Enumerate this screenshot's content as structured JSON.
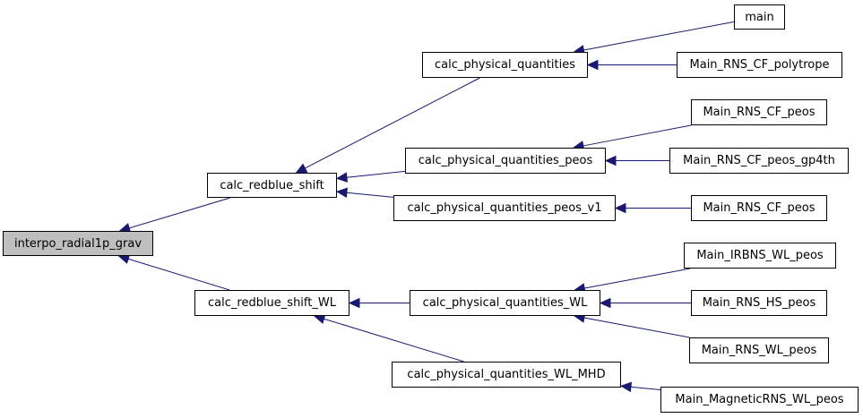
{
  "graph": {
    "root": "interpo_radial1p_grav",
    "edge_color": "#191970",
    "root_fill": "#bfbfbf",
    "nodes": {
      "interpo_radial1p_grav": "interpo_radial1p_grav",
      "calc_redblue_shift": "calc_redblue_shift",
      "calc_redblue_shift_WL": "calc_redblue_shift_WL",
      "calc_physical_quantities": "calc_physical_quantities",
      "calc_physical_quantities_peos": "calc_physical_quantities_peos",
      "calc_physical_quantities_peos_v1": "calc_physical_quantities_peos_v1",
      "calc_physical_quantities_WL": "calc_physical_quantities_WL",
      "calc_physical_quantities_WL_MHD": "calc_physical_quantities_WL_MHD",
      "main": "main",
      "Main_RNS_CF_polytrope": "Main_RNS_CF_polytrope",
      "Main_RNS_CF_peos": "Main_RNS_CF_peos",
      "Main_RNS_CF_peos_gp4th": "Main_RNS_CF_peos_gp4th",
      "Main_RNS_CF_peos_2": "Main_RNS_CF_peos",
      "Main_IRBNS_WL_peos": "Main_IRBNS_WL_peos",
      "Main_RNS_HS_peos": "Main_RNS_HS_peos",
      "Main_RNS_WL_peos": "Main_RNS_WL_peos",
      "Main_MagneticRNS_WL_peos": "Main_MagneticRNS_WL_peos"
    },
    "edges": [
      [
        "calc_redblue_shift",
        "interpo_radial1p_grav"
      ],
      [
        "calc_redblue_shift_WL",
        "interpo_radial1p_grav"
      ],
      [
        "calc_physical_quantities",
        "calc_redblue_shift"
      ],
      [
        "calc_physical_quantities_peos",
        "calc_redblue_shift"
      ],
      [
        "calc_physical_quantities_peos_v1",
        "calc_redblue_shift"
      ],
      [
        "calc_physical_quantities_WL",
        "calc_redblue_shift_WL"
      ],
      [
        "calc_physical_quantities_WL_MHD",
        "calc_redblue_shift_WL"
      ],
      [
        "main",
        "calc_physical_quantities"
      ],
      [
        "Main_RNS_CF_polytrope",
        "calc_physical_quantities"
      ],
      [
        "Main_RNS_CF_peos",
        "calc_physical_quantities_peos"
      ],
      [
        "Main_RNS_CF_peos_gp4th",
        "calc_physical_quantities_peos"
      ],
      [
        "Main_RNS_CF_peos_2",
        "calc_physical_quantities_peos_v1"
      ],
      [
        "Main_IRBNS_WL_peos",
        "calc_physical_quantities_WL"
      ],
      [
        "Main_RNS_HS_peos",
        "calc_physical_quantities_WL"
      ],
      [
        "Main_RNS_WL_peos",
        "calc_physical_quantities_WL"
      ],
      [
        "Main_MagneticRNS_WL_peos",
        "calc_physical_quantities_WL_MHD"
      ]
    ]
  }
}
